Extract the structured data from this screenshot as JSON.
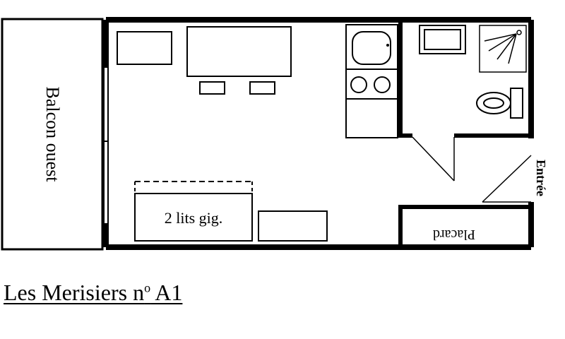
{
  "labels": {
    "balcony": "Balcon ouest",
    "beds": "2 lits gig.",
    "closet": "Placard",
    "entrance": "Entrée"
  },
  "caption": {
    "name": "Les Merisiers n",
    "degree": "o",
    "unit": " A1"
  }
}
